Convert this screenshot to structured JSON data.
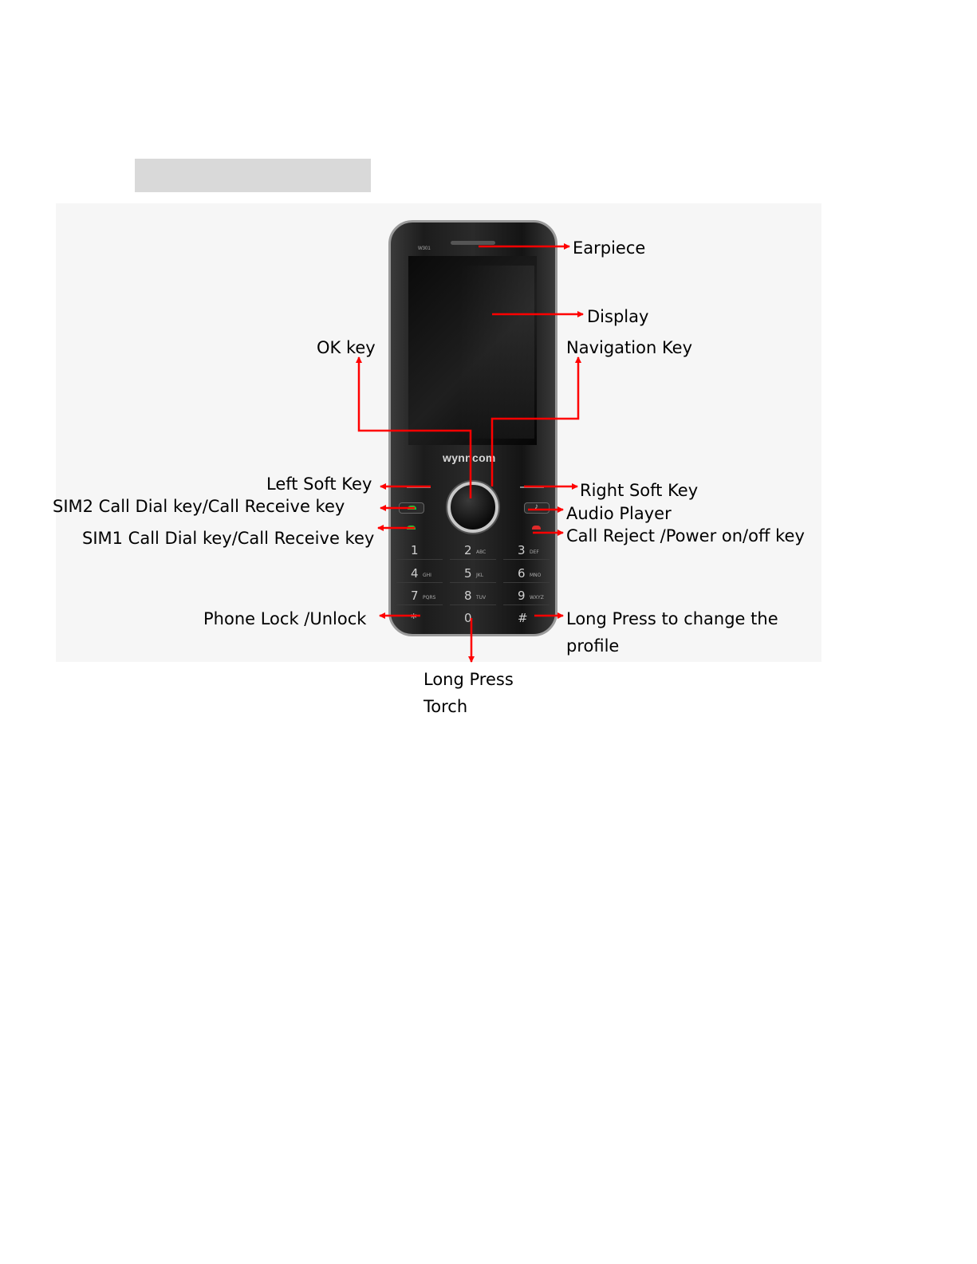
{
  "phone": {
    "brand": "wynncom",
    "model": "W301",
    "keys": [
      {
        "digit": "1",
        "letters": ""
      },
      {
        "digit": "2",
        "letters": "ABC"
      },
      {
        "digit": "3",
        "letters": "DEF"
      },
      {
        "digit": "4",
        "letters": "GHI"
      },
      {
        "digit": "5",
        "letters": "JKL"
      },
      {
        "digit": "6",
        "letters": "MNO"
      },
      {
        "digit": "7",
        "letters": "PQRS"
      },
      {
        "digit": "8",
        "letters": "TUV"
      },
      {
        "digit": "9",
        "letters": "WXYZ"
      },
      {
        "digit": "*",
        "letters": ""
      },
      {
        "digit": "0",
        "letters": ""
      },
      {
        "digit": "#",
        "letters": ""
      }
    ]
  },
  "labels": {
    "earpiece": "Earpiece",
    "display": "Display",
    "ok_key": "OK key",
    "navigation_key": "Navigation Key",
    "left_soft_key": "Left Soft Key",
    "right_soft_key": "Right  Soft Key",
    "sim2_call": "SIM2 Call Dial key/Call Receive key",
    "audio_player": "Audio Player",
    "sim1_call": "SIM1 Call Dial key/Call Receive key",
    "call_reject": "Call  Reject /Power on/off key",
    "phone_lock": "Phone Lock /Unlock",
    "profile_line1": "Long Press to change the",
    "profile_line2": "profile",
    "torch_line1": "Long Press",
    "torch_line2": "Torch"
  },
  "colors": {
    "arrow": "#ff0000",
    "heading_box": "#d9d9d9"
  }
}
